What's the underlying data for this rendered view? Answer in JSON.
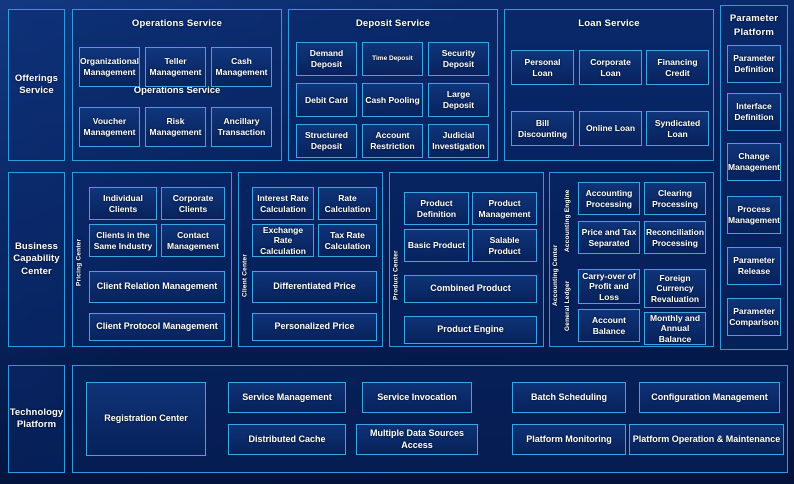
{
  "diagram": {
    "title": "Banking Platform Layered Architecture",
    "colors": {
      "background": "#041a4d",
      "border": "#2e9be0",
      "tile_border": "#3aa6e8",
      "text": "#ffffff"
    }
  },
  "rails": [
    {
      "label": "Offerings\nService"
    },
    {
      "label": "Business\nCapability\nCenter"
    },
    {
      "label": "Technology\nPlatform"
    }
  ],
  "offerings_row": {
    "groups": [
      {
        "title": "Operations Service",
        "extra_title": "Operations Service",
        "tiles": [
          "Organizational\nManagement",
          "Teller\nManagement",
          "Cash\nManagement",
          "Voucher\nManagement",
          "Risk\nManagement",
          "Ancillary\nTransaction"
        ]
      },
      {
        "title": "Deposit Service",
        "tiles": [
          "Demand\nDeposit",
          "Time Deposit",
          "Security\nDeposit",
          "Debit Card",
          "Cash Pooling",
          "Large\nDeposit",
          "Structured\nDeposit",
          "Account\nRestriction",
          "Judicial\nInvestigation"
        ]
      },
      {
        "title": "Loan Service",
        "tiles": [
          "Personal Loan",
          "Corporate\nLoan",
          "Financing\nCredit",
          "Bill Discounting",
          "Online Loan",
          "Syndicated\nLoan"
        ]
      }
    ]
  },
  "parameter_platform": {
    "title": "Parameter\nPlatform",
    "tiles": [
      "Parameter\nDefinition",
      "Interface\nDefinition",
      "Change\nManagement",
      "Process\nManagement",
      "Parameter\nRelease",
      "Parameter\nComparison"
    ]
  },
  "capability_row": {
    "groups": [
      {
        "side_label": "Pricing Center",
        "tiles": [
          "Individual Clients",
          "Corporate\nClients",
          "Clients in the\nSame Industry",
          "Contact\nManagement",
          "Client Relation Management",
          "Client Protocol Management"
        ]
      },
      {
        "side_label": "Client Center",
        "tiles": [
          "Interest Rate\nCalculation",
          "Rate\nCalculation",
          "Exchange Rate\nCalculation",
          "Tax Rate\nCalculation",
          "Differentiated Price",
          "Personalized Price"
        ]
      },
      {
        "side_label": "Product Center",
        "tiles": [
          "Product\nDefinition",
          "Product\nManagement",
          "Basic Product",
          "Salable Product",
          "Combined Product",
          "Product Engine"
        ]
      },
      {
        "side_label": "Accounting Center",
        "sub_labels": [
          "Accounting Engine",
          "General Ledger"
        ],
        "tiles": [
          "Accounting\nProcessing",
          "Clearing\nProcessing",
          "Price and Tax\nSeparated",
          "Reconciliation\nProcessing",
          "Carry-over of\nProfit and Loss",
          "Foreign\nCurrency\nRevaluation",
          "Account\nBalance",
          "Monthly and\nAnnual\nBalance"
        ]
      }
    ]
  },
  "technology_row": {
    "tiles": [
      "Registration Center",
      "Service Management",
      "Distributed Cache",
      "Service Invocation",
      "Multiple Data Sources Access",
      "Batch Scheduling",
      "Platform Monitoring",
      "Configuration Management",
      "Platform Operation & Maintenance"
    ]
  }
}
